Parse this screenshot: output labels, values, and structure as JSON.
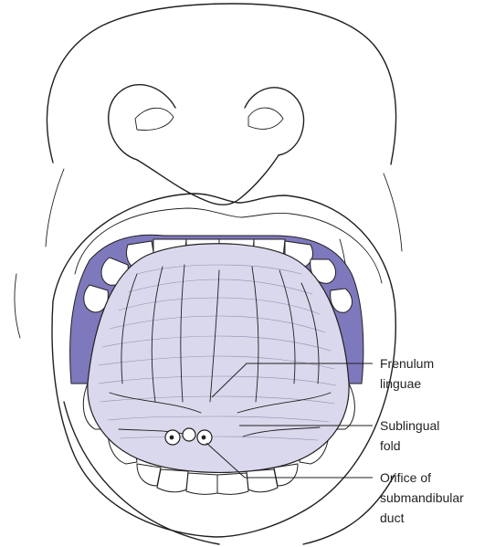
{
  "colors": {
    "cheek_mucosa": "#7e79bd",
    "tongue_underside": "#d9d8ec",
    "teeth": "#ffffff",
    "ink": "#231f20"
  },
  "labels": {
    "frenulum": [
      "Frenulum",
      "linguae"
    ],
    "sublingual_fold": [
      "Sublingual",
      "fold"
    ],
    "orifice": [
      "Orifice of",
      "submandibular",
      "duct"
    ]
  }
}
